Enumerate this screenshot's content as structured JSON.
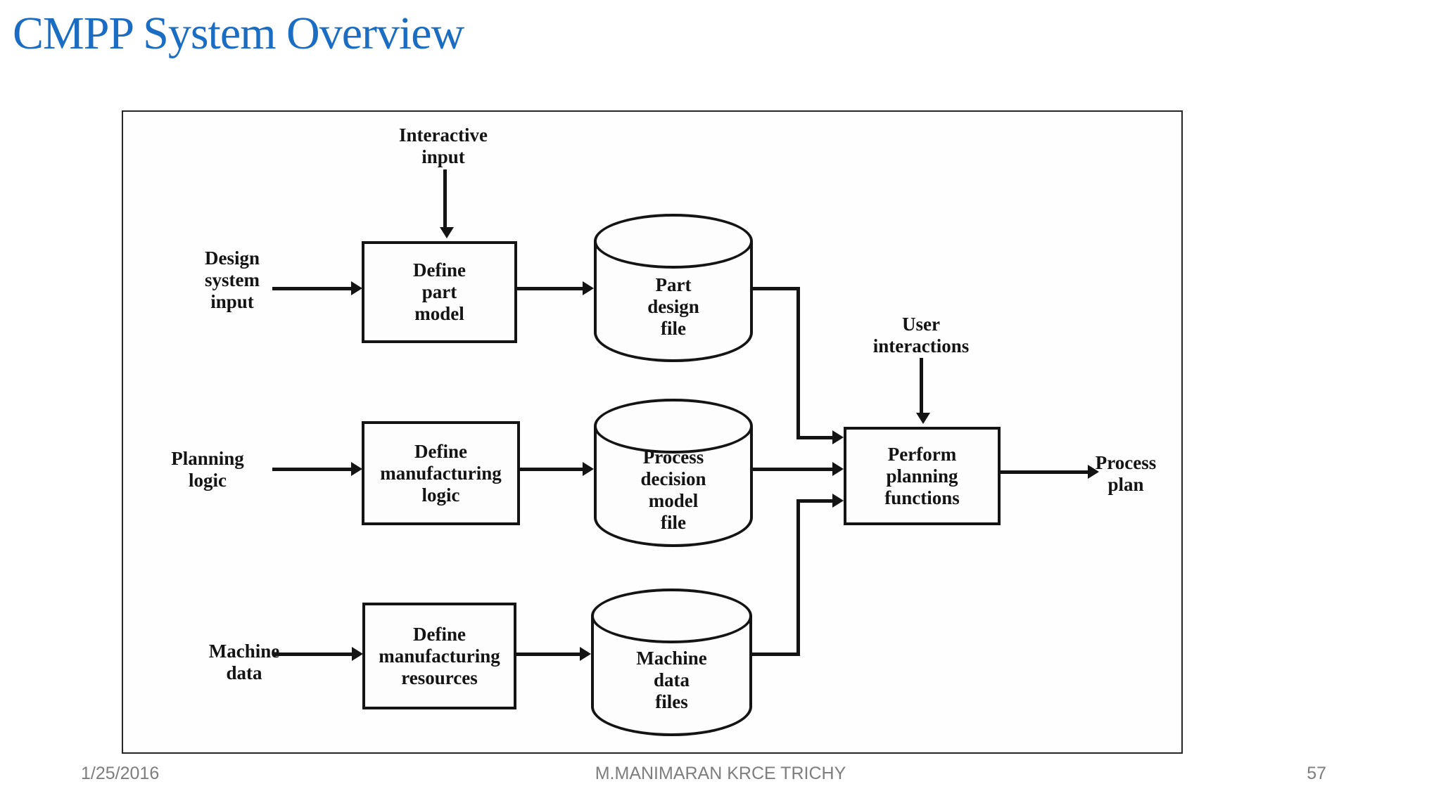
{
  "slide": {
    "title": "CMPP System Overview",
    "footer": {
      "date": "1/25/2016",
      "author": "M.MANIMARAN KRCE TRICHY",
      "page": "57"
    }
  },
  "diagram": {
    "external_inputs": {
      "interactive_input": "Interactive\ninput",
      "design_system_input": "Design\nsystem\ninput",
      "planning_logic": "Planning\nlogic",
      "machine_data": "Machine\ndata",
      "user_interactions": "User\ninteractions"
    },
    "processes": {
      "define_part_model": "Define\npart\nmodel",
      "define_manufacturing_logic": "Define\nmanufacturing\nlogic",
      "define_manufacturing_resources": "Define\nmanufacturing\nresources",
      "perform_planning_functions": "Perform\nplanning\nfunctions"
    },
    "data_stores": {
      "part_design_file": "Part\ndesign\nfile",
      "process_decision_model_file": "Process\ndecision\nmodel\nfile",
      "machine_data_files": "Machine\ndata\nfiles"
    },
    "output": {
      "process_plan": "Process\nplan"
    },
    "colors": {
      "title_blue": "#1a6dc2",
      "ink": "#141414",
      "footer_gray": "#7e7e7e",
      "background": "#ffffff"
    }
  }
}
